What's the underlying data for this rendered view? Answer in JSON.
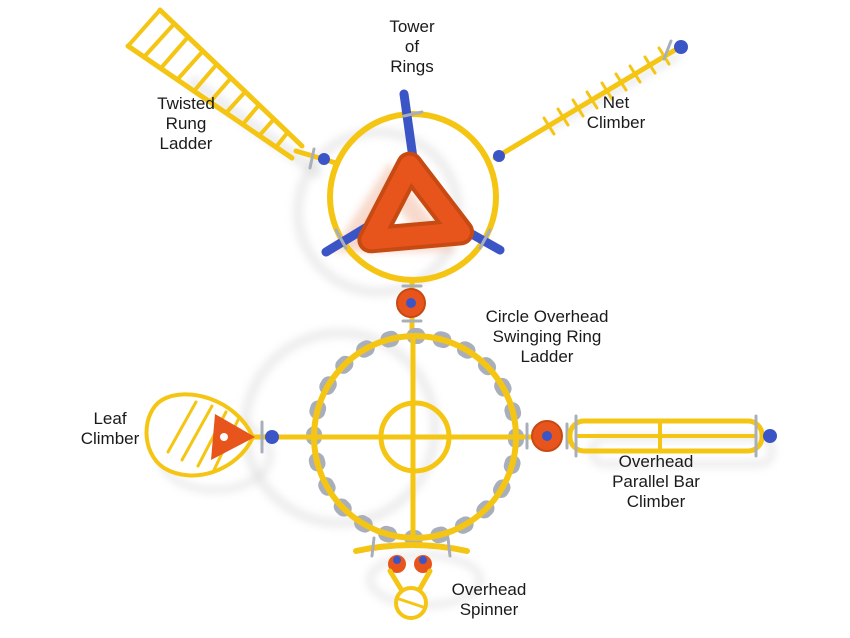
{
  "colors": {
    "background": "#FFFFFF",
    "tube_yellow": "#F5C513",
    "accent_orange": "#E8551C",
    "accent_orange_dark": "#C64A12",
    "accent_blue": "#3C55C6",
    "clamp_gray": "#A9AFBA",
    "shadow_gray": "#D8D8D8",
    "label_text": "#1A1A1A"
  },
  "labels": {
    "tower_of_rings": "Tower\nof\nRings",
    "twisted_rung_ladder": "Twisted\nRung\nLadder",
    "net_climber": "Net\nClimber",
    "circle_overhead_swinging_ring_ladder": "Circle Overhead\nSwinging Ring\nLadder",
    "leaf_climber": "Leaf\nClimber",
    "overhead_parallel_bar_climber": "Overhead\nParallel Bar\nClimber",
    "overhead_spinner": "Overhead\nSpinner"
  }
}
